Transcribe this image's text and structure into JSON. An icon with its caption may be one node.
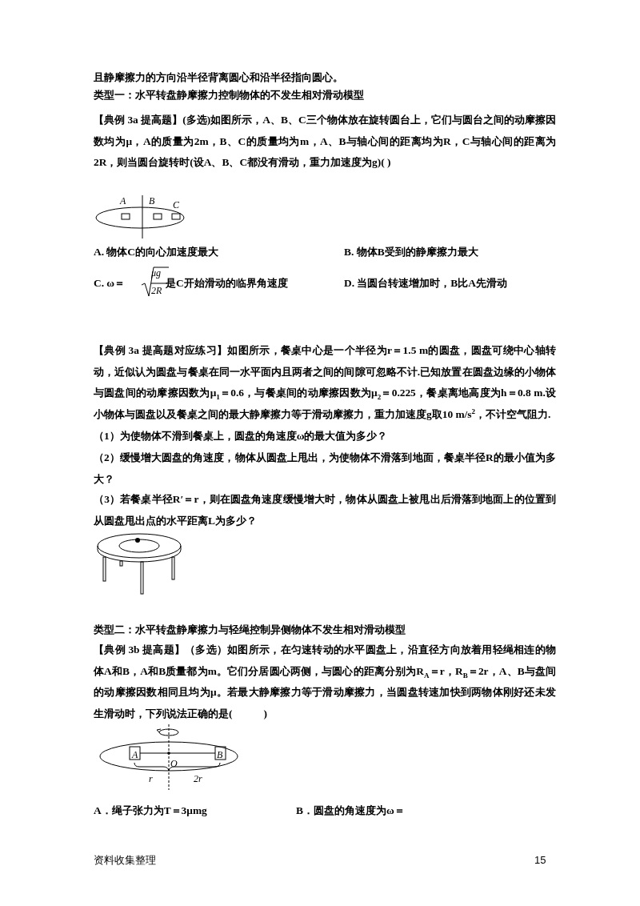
{
  "diagram": {
    "labels": [
      "且静摩擦力的方向沿半径背离圆心和沿半径指向圆心。",
      "类型一：水平转盘静摩擦力控制物体的不发生相对滑动模型",
      "**【典例 3a 提高题】**(多选)如图所示，A、B、C三个物体放在旋转圆台上，它们与圆台之间的动摩擦因数均为μ，A的质量为2m，B、C的质量均为m，A、B与轴心间的距离均为R，C与轴心间的距离为2R，则当圆台旋转时(设A、B、C都没有滑动，重力加速度为g)( )",
      "A",
      "B",
      "C",
      "A. 物体C的向心加速度最大",
      "B. 物体B受到的静摩擦力最大",
      "C. ω＝",
      "μg",
      "2R",
      "是C开始滑动的临界角速度",
      "D. 当圆台转速增加时，B比A先滑动",
      "**【典例 3a 提高题对应练习】**如图所示，餐桌中心是一个半径为r＝1.5 m的圆盘，圆盘可绕中心轴转动，近似认为圆盘与餐桌在同一水平面内且两者之间的间隙可忽略不计.已知放置在圆盘边缘的小物体与圆盘间的动摩擦因数为μ$_{1}$＝0.6，与餐桌间的动摩擦因数为μ$_{2}$＝0.225，餐桌离地高度为h＝0.8 m.设小物体与圆盘以及餐桌之间的最大静摩擦力等于滑动摩擦力，重力加速度g取10 m/s$^{2}$，不计空气阻力.",
      "（1）为使物体不滑到餐桌上，圆盘的角速度ω的最大值为多少？",
      "（2）缓慢增大圆盘的角速度，物体从圆盘上甩出，为使物体不滑落到地面，餐桌半径R的最小值为多大？",
      "（3）若餐桌半径R′＝r，则在圆盘角速度缓慢增大时，物体从圆盘上被甩出后滑落到地面上的位置到从圆盘甩出点的水平距离L为多少？",
      "类型二：水平转盘静摩擦力与轻绳控制异侧物体不发生相对滑动模型",
      "**【典例 3b 提高题】**（多选）如图所示，在匀速转动的水平圆盘上，沿直径方向放着用轻绳相连的物体A和B，A和B质量都为m。它们分居圆心两侧，与圆心的距离分别为R$_{A}$＝r，R$_{B}$＝2r，A、B与盘间的动摩擦因数相同且均为μ。若最大静摩擦力等于滑动摩擦力，当圆盘转速加快到两物体刚好还未发生滑动时，下列说法正确的是(　　　)",
      "A",
      "O",
      "B",
      "r",
      "2r",
      "A．绳子张力为T＝3μmg",
      "B．圆盘的角速度为ω＝",
      "资料收集整理",
      "15"
    ]
  }
}
